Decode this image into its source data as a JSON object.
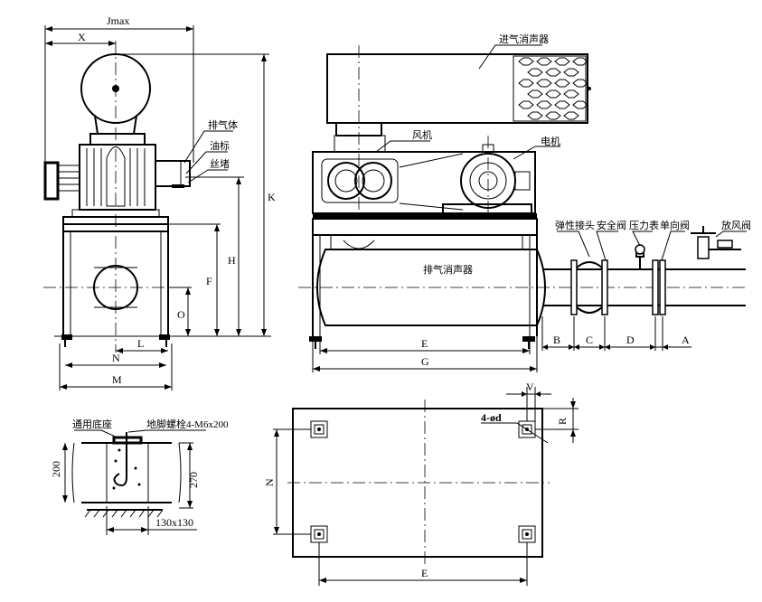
{
  "labels": {
    "intake_silencer": "进气消声器",
    "exhaust_body": "排气体",
    "oil_gauge": "油标",
    "wire_plug": "丝堵",
    "fan": "风机",
    "motor": "电机",
    "flex_joint": "弹性接头",
    "safety_valve": "安全阀",
    "pressure_gauge": "压力表",
    "check_valve": "单向阀",
    "vent_valve": "放风阀",
    "exhaust_silencer": "排气消声器",
    "base": "通用底座",
    "anchor_bolt": "地脚螺栓4-M6x200"
  },
  "dims": {
    "jmax": "Jmax",
    "x": "X",
    "k": "K",
    "h": "H",
    "f": "F",
    "o": "O",
    "l": "L",
    "n": "N",
    "m": "M",
    "e": "E",
    "g": "G",
    "b": "B",
    "c": "C",
    "d": "D",
    "a": "A",
    "v": "V",
    "r": "R",
    "holes": "4-ød",
    "h200": "200",
    "h270": "270",
    "pad": "130x130"
  }
}
